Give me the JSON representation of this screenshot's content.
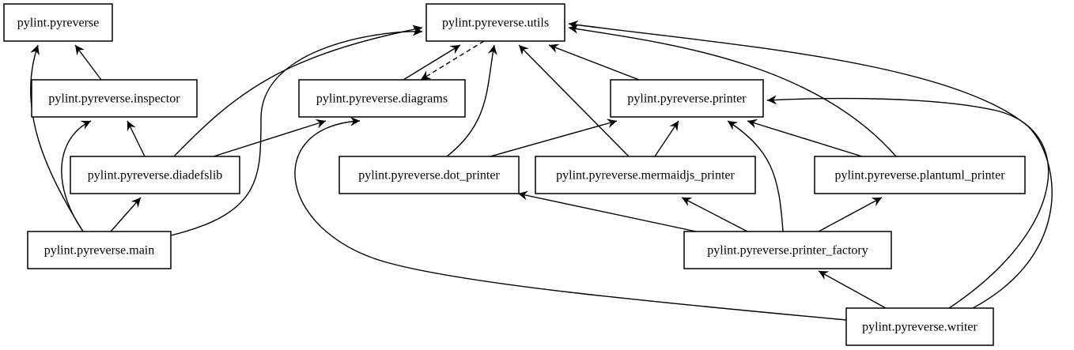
{
  "diagram": {
    "nodes": [
      {
        "id": "pyreverse",
        "label": "pylint.pyreverse"
      },
      {
        "id": "utils",
        "label": "pylint.pyreverse.utils"
      },
      {
        "id": "inspector",
        "label": "pylint.pyreverse.inspector"
      },
      {
        "id": "diagrams",
        "label": "pylint.pyreverse.diagrams"
      },
      {
        "id": "printer",
        "label": "pylint.pyreverse.printer"
      },
      {
        "id": "diadefslib",
        "label": "pylint.pyreverse.diadefslib"
      },
      {
        "id": "dot_printer",
        "label": "pylint.pyreverse.dot_printer"
      },
      {
        "id": "mermaidjs_printer",
        "label": "pylint.pyreverse.mermaidjs_printer"
      },
      {
        "id": "plantuml_printer",
        "label": "pylint.pyreverse.plantuml_printer"
      },
      {
        "id": "main",
        "label": "pylint.pyreverse.main"
      },
      {
        "id": "printer_factory",
        "label": "pylint.pyreverse.printer_factory"
      },
      {
        "id": "writer",
        "label": "pylint.pyreverse.writer"
      }
    ],
    "edges": [
      {
        "from": "inspector",
        "to": "pyreverse",
        "style": "solid"
      },
      {
        "from": "main",
        "to": "pyreverse",
        "style": "solid"
      },
      {
        "from": "diadefslib",
        "to": "inspector",
        "style": "solid"
      },
      {
        "from": "main",
        "to": "inspector",
        "style": "solid"
      },
      {
        "from": "main",
        "to": "diadefslib",
        "style": "solid"
      },
      {
        "from": "diadefslib",
        "to": "utils",
        "style": "solid"
      },
      {
        "from": "main",
        "to": "utils",
        "style": "solid"
      },
      {
        "from": "diadefslib",
        "to": "diagrams",
        "style": "solid"
      },
      {
        "from": "diagrams",
        "to": "utils",
        "style": "solid"
      },
      {
        "from": "utils",
        "to": "diagrams",
        "style": "dashed"
      },
      {
        "from": "dot_printer",
        "to": "utils",
        "style": "solid"
      },
      {
        "from": "mermaidjs_printer",
        "to": "utils",
        "style": "solid"
      },
      {
        "from": "printer",
        "to": "utils",
        "style": "solid"
      },
      {
        "from": "plantuml_printer",
        "to": "utils",
        "style": "solid"
      },
      {
        "from": "writer",
        "to": "utils",
        "style": "solid"
      },
      {
        "from": "dot_printer",
        "to": "printer",
        "style": "solid"
      },
      {
        "from": "mermaidjs_printer",
        "to": "printer",
        "style": "solid"
      },
      {
        "from": "plantuml_printer",
        "to": "printer",
        "style": "solid"
      },
      {
        "from": "printer_factory",
        "to": "printer",
        "style": "solid"
      },
      {
        "from": "writer",
        "to": "printer",
        "style": "solid"
      },
      {
        "from": "printer_factory",
        "to": "dot_printer",
        "style": "solid"
      },
      {
        "from": "printer_factory",
        "to": "mermaidjs_printer",
        "style": "solid"
      },
      {
        "from": "printer_factory",
        "to": "plantuml_printer",
        "style": "solid"
      },
      {
        "from": "writer",
        "to": "printer_factory",
        "style": "solid"
      },
      {
        "from": "writer",
        "to": "diagrams",
        "style": "solid"
      }
    ]
  }
}
